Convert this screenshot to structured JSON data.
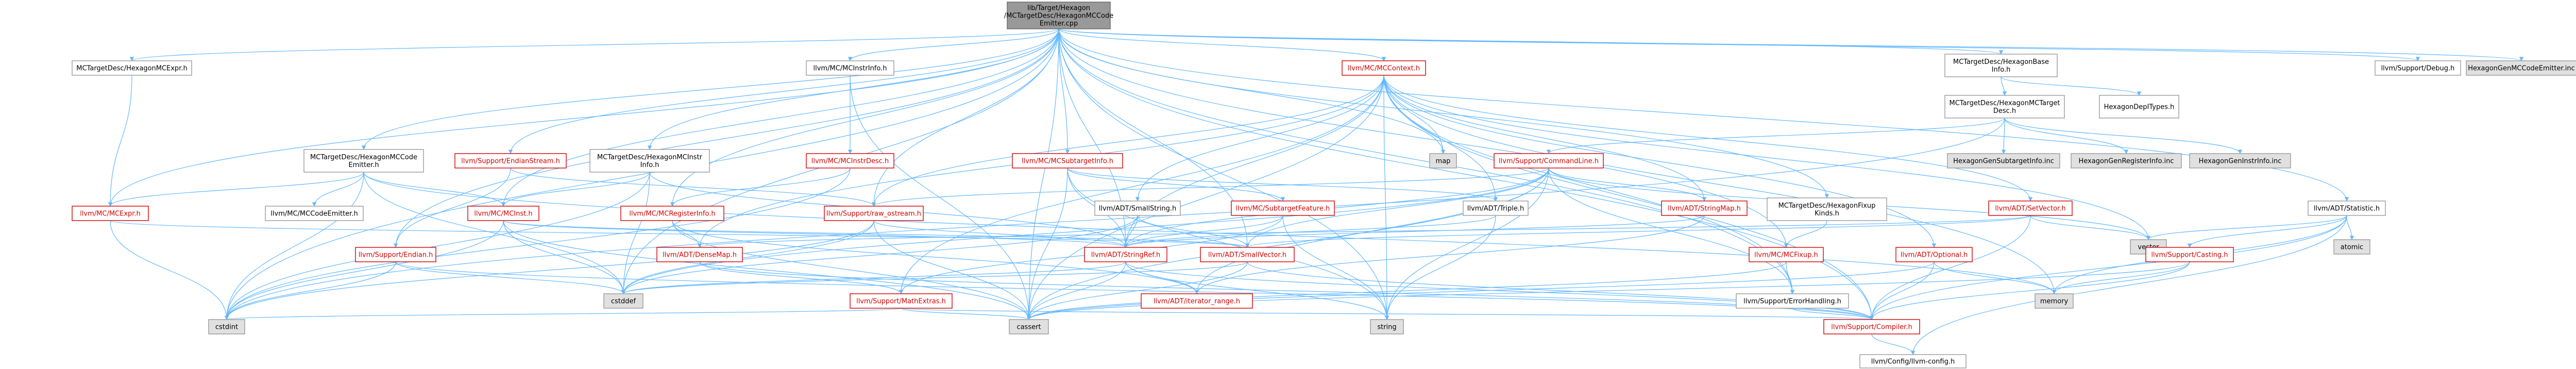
{
  "colors": {
    "edge": "#63b8ff",
    "edge_dark": "#404040",
    "root_fill": "#999999",
    "node_fill": "#ffffff",
    "node_stroke": "#999999",
    "gray_fill": "#e0e0e0",
    "red_text": "#d40000",
    "red_stroke": "#d40000"
  },
  "nodes": {
    "root": {
      "lines": [
        "lib/Target/Hexagon",
        "/MCTargetDesc/HexagonMCCode",
        "Emitter.cpp"
      ]
    },
    "hexmcexpr_h": {
      "lines": [
        "MCTargetDesc/HexagonMCExpr.h"
      ]
    },
    "mcinstrinfo_h": {
      "lines": [
        "llvm/MC/MCInstrInfo.h"
      ]
    },
    "mccontext_h": {
      "lines": [
        "llvm/MC/MCContext.h"
      ]
    },
    "hexbaseinfo_h": {
      "lines": [
        "MCTargetDesc/HexagonBase",
        "Info.h"
      ]
    },
    "support_debug_h": {
      "lines": [
        "llvm/Support/Debug.h"
      ]
    },
    "hexgenmcemitter_inc": {
      "lines": [
        "HexagonGenMCCodeEmitter.inc"
      ]
    },
    "hexmctargetdesc_h": {
      "lines": [
        "MCTargetDesc/HexagonMCTarget",
        "Desc.h"
      ]
    },
    "hexdeptypes_h": {
      "lines": [
        "HexagonDepITypes.h"
      ]
    },
    "hexmccodeemitter_h": {
      "lines": [
        "MCTargetDesc/HexagonMCCode",
        "Emitter.h"
      ]
    },
    "endianstream_h": {
      "lines": [
        "llvm/Support/EndianStream.h"
      ]
    },
    "hexmcinstrinfo_h": {
      "lines": [
        "MCTargetDesc/HexagonMCInstr",
        "Info.h"
      ]
    },
    "mcinstrdesc_h": {
      "lines": [
        "llvm/MC/MCInstrDesc.h"
      ]
    },
    "mcsubtargetinfo_h": {
      "lines": [
        "llvm/MC/MCSubtargetInfo.h"
      ]
    },
    "map": {
      "lines": [
        "map"
      ]
    },
    "commandline_h": {
      "lines": [
        "llvm/Support/CommandLine.h"
      ]
    },
    "hexgensubtargetinfo_inc": {
      "lines": [
        "HexagonGenSubtargetInfo.inc"
      ]
    },
    "hexgenregisterinfo_inc": {
      "lines": [
        "HexagonGenRegisterInfo.inc"
      ]
    },
    "hexgeninstrinfo_inc": {
      "lines": [
        "HexagonGenInstrInfo.inc"
      ]
    },
    "statistic_h": {
      "lines": [
        "llvm/ADT/Statistic.h"
      ]
    },
    "mcexpr_h": {
      "lines": [
        "llvm/MC/MCExpr.h"
      ]
    },
    "mccodeemitter_h": {
      "lines": [
        "llvm/MC/MCCodeEmitter.h"
      ]
    },
    "mcinst_h": {
      "lines": [
        "llvm/MC/MCInst.h"
      ]
    },
    "mcregisterinfo_h": {
      "lines": [
        "llvm/MC/MCRegisterInfo.h"
      ]
    },
    "raw_ostream_h": {
      "lines": [
        "llvm/Support/raw_ostream.h"
      ]
    },
    "smallstring_h": {
      "lines": [
        "llvm/ADT/SmallString.h"
      ]
    },
    "mcsubtargetfeature_h": {
      "lines": [
        "llvm/MC/SubtargetFeature.h"
      ]
    },
    "triple_h": {
      "lines": [
        "llvm/ADT/Triple.h"
      ]
    },
    "stringmap_h": {
      "lines": [
        "llvm/ADT/StringMap.h"
      ]
    },
    "hexfixupkinds_h": {
      "lines": [
        "MCTargetDesc/HexagonFixup",
        "Kinds.h"
      ]
    },
    "setvector_h": {
      "lines": [
        "llvm/ADT/SetVector.h"
      ]
    },
    "vector": {
      "lines": [
        "vector"
      ]
    },
    "atomic": {
      "lines": [
        "atomic"
      ]
    },
    "casting_h": {
      "lines": [
        "llvm/Support/Casting.h"
      ]
    },
    "endian_h": {
      "lines": [
        "llvm/Support/Endian.h"
      ]
    },
    "densemap_h": {
      "lines": [
        "llvm/ADT/DenseMap.h"
      ]
    },
    "stringref_h": {
      "lines": [
        "llvm/ADT/StringRef.h"
      ]
    },
    "smallvector_h": {
      "lines": [
        "llvm/ADT/SmallVector.h"
      ]
    },
    "mcfixup_h": {
      "lines": [
        "llvm/MC/MCFixup.h"
      ]
    },
    "optional_h": {
      "lines": [
        "llvm/ADT/Optional.h"
      ]
    },
    "memory": {
      "lines": [
        "memory"
      ]
    },
    "cstddef": {
      "lines": [
        "cstddef"
      ]
    },
    "mathextras_h": {
      "lines": [
        "llvm/Support/MathExtras.h"
      ]
    },
    "iterator_range_h": {
      "lines": [
        "llvm/ADT/iterator_range.h"
      ]
    },
    "errorhandling_h": {
      "lines": [
        "llvm/Support/ErrorHandling.h"
      ]
    },
    "cstdint": {
      "lines": [
        "cstdint"
      ]
    },
    "cassert": {
      "lines": [
        "cassert"
      ]
    },
    "string": {
      "lines": [
        "string"
      ]
    },
    "compiler_h": {
      "lines": [
        "llvm/Support/Compiler.h"
      ]
    },
    "config_h": {
      "lines": [
        "llvm/Config/llvm-config.h"
      ]
    }
  }
}
